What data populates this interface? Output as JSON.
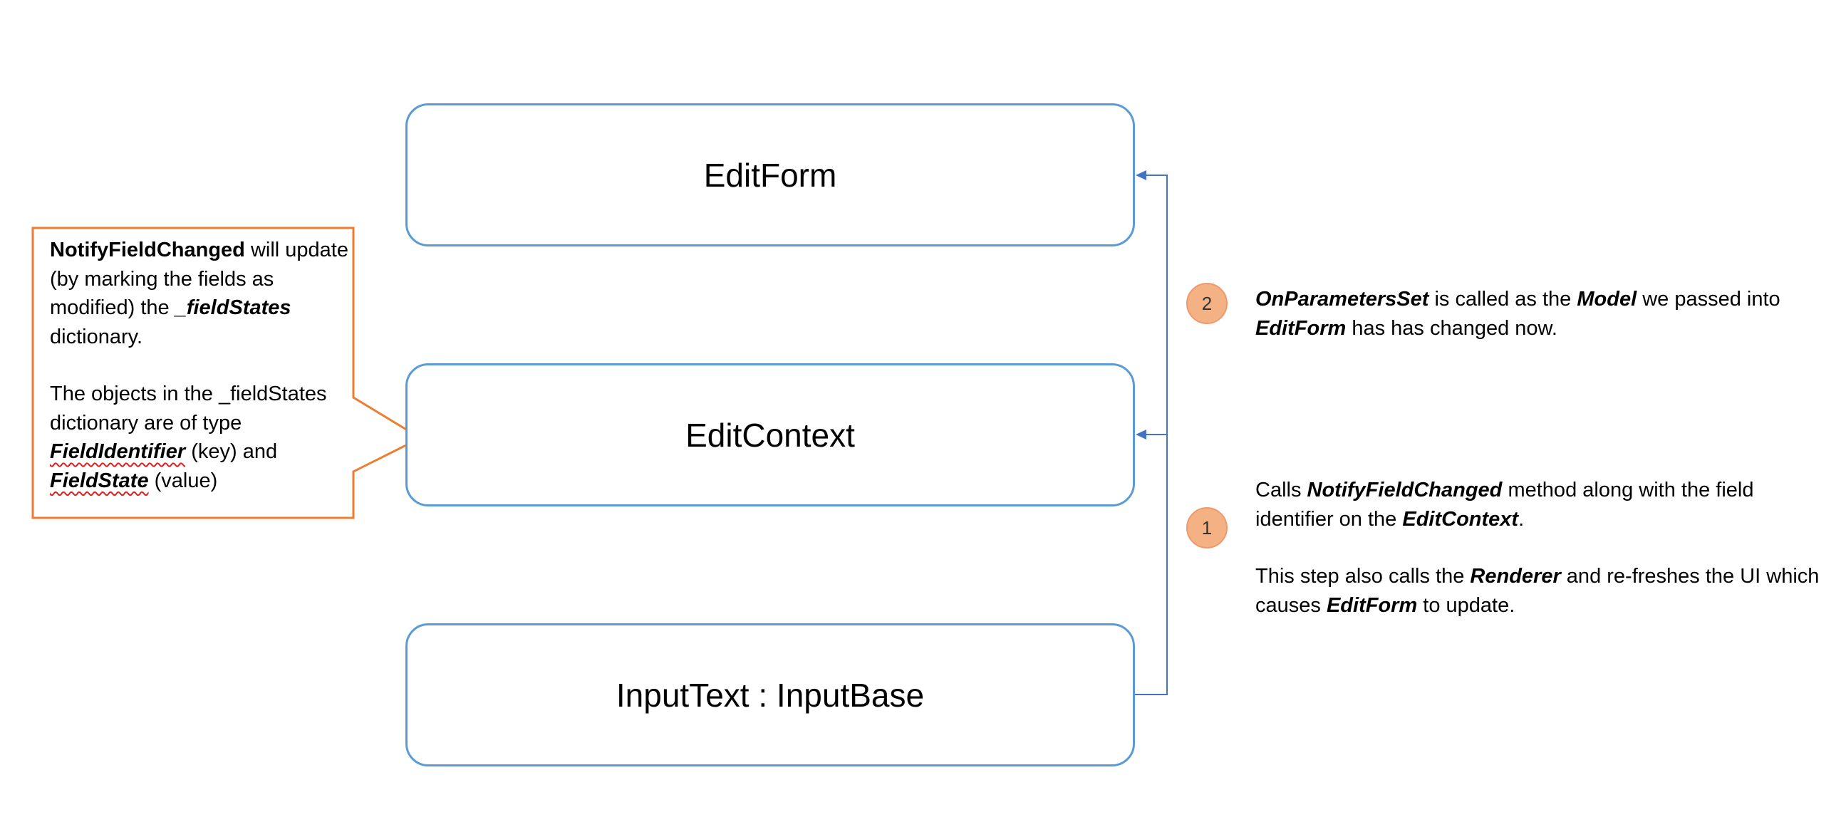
{
  "boxes": {
    "edit_form": "EditForm",
    "edit_context": "EditContext",
    "input_text": "InputText : InputBase"
  },
  "callout": {
    "p1_b": "NotifyFieldChanged",
    "p1_t": " will update (by marking the fields as modified) the ",
    "p1_bi": "_fieldStates",
    "p1_end": " dictionary.",
    "p2_t1": "The objects in the _fieldStates dictionary are of type ",
    "p2_bi1": "FieldIdentifier",
    "p2_t2": " (key) and ",
    "p2_bi2": "FieldState",
    "p2_t3": " (value)"
  },
  "steps": {
    "step2": {
      "number": "2",
      "bi1": "OnParametersSet",
      "t1": " is called as the ",
      "bi2": "Model",
      "t2": " we passed into ",
      "bi3": "EditForm",
      "t3": " has has changed now."
    },
    "step1": {
      "number": "1",
      "t1": "Calls ",
      "bi1": "NotifyFieldChanged",
      "t2": " method along with the field identifier on the ",
      "bi2": "EditContext",
      "t3": ".",
      "t4": "This step also calls the ",
      "bi3": "Renderer",
      "t5": " and re-freshes the UI which causes ",
      "bi4": "EditForm",
      "t6": " to update."
    }
  },
  "colors": {
    "box_border": "#5b9bd5",
    "connector": "#4472c4",
    "callout_border": "#ed7d31",
    "badge_fill": "#f4b183"
  }
}
